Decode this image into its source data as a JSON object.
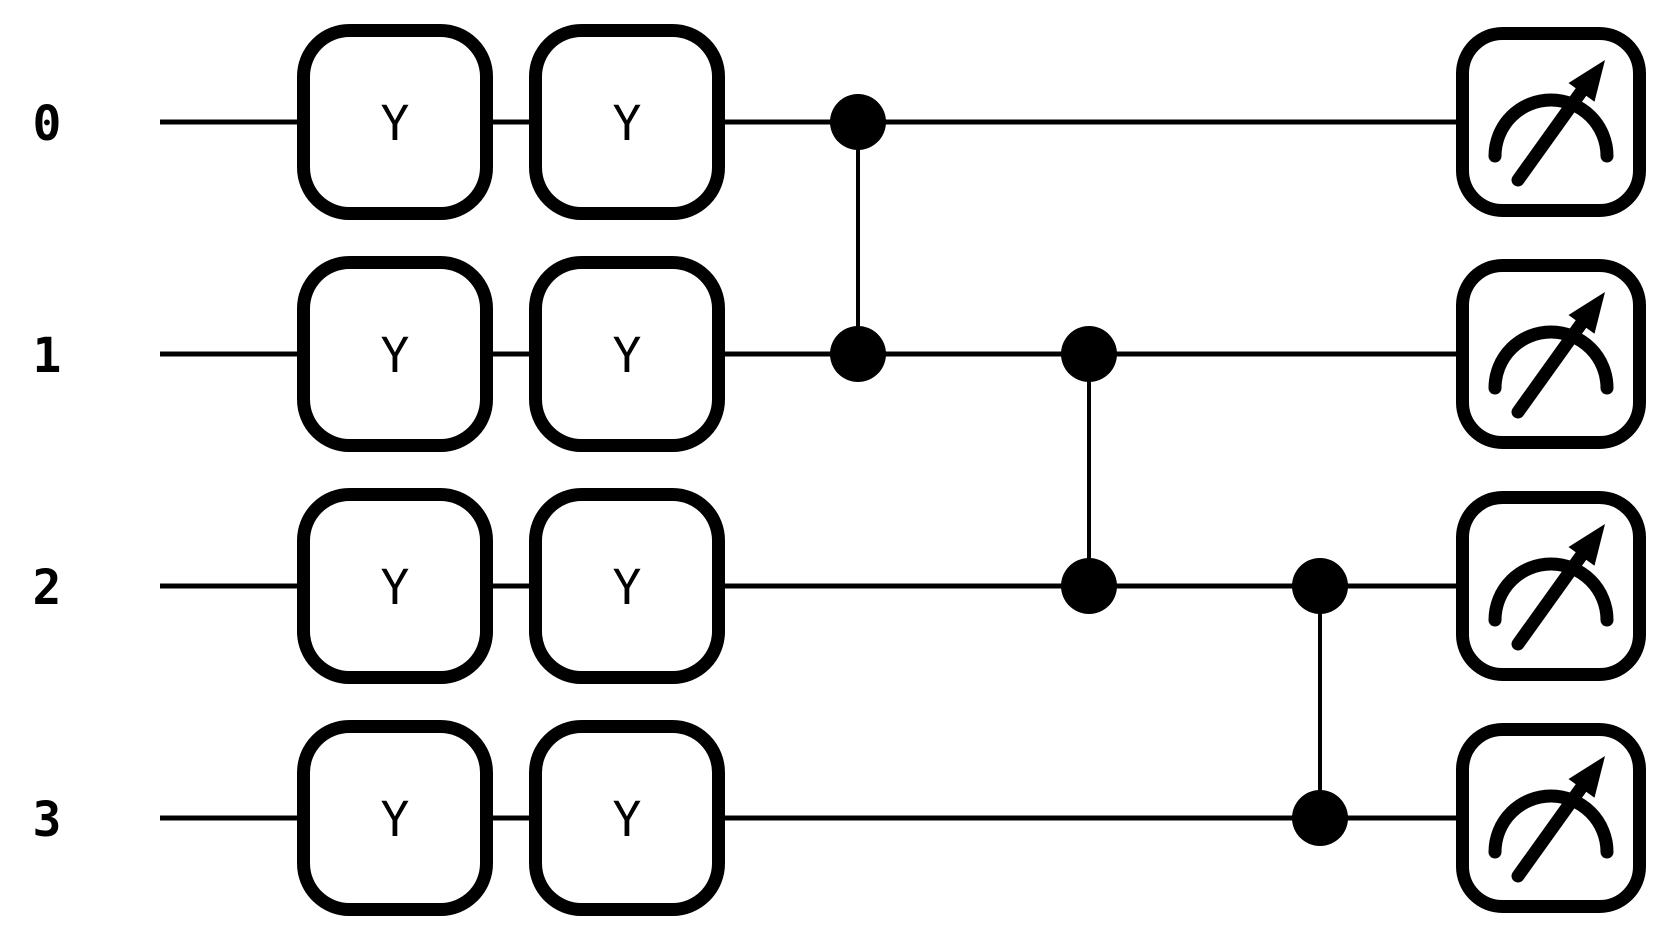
{
  "diagram": {
    "kind": "quantum-circuit",
    "background_color": "#ffffff",
    "ink_color": "#000000",
    "qubits": [
      {
        "id": 0,
        "label": "0"
      },
      {
        "id": 1,
        "label": "1"
      },
      {
        "id": 2,
        "label": "2"
      },
      {
        "id": 3,
        "label": "3"
      }
    ],
    "moments": [
      {
        "type": "gates",
        "gates": [
          {
            "qubit": 0,
            "label": "Y"
          },
          {
            "qubit": 1,
            "label": "Y"
          },
          {
            "qubit": 2,
            "label": "Y"
          },
          {
            "qubit": 3,
            "label": "Y"
          }
        ]
      },
      {
        "type": "gates",
        "gates": [
          {
            "qubit": 0,
            "label": "Y"
          },
          {
            "qubit": 1,
            "label": "Y"
          },
          {
            "qubit": 2,
            "label": "Y"
          },
          {
            "qubit": 3,
            "label": "Y"
          }
        ]
      },
      {
        "type": "cz",
        "qubits": [
          0,
          1
        ]
      },
      {
        "type": "cz",
        "qubits": [
          1,
          2
        ]
      },
      {
        "type": "cz",
        "qubits": [
          2,
          3
        ]
      },
      {
        "type": "measure",
        "qubits": [
          0,
          1,
          2,
          3
        ],
        "icon": "gauge-arrow"
      }
    ]
  }
}
